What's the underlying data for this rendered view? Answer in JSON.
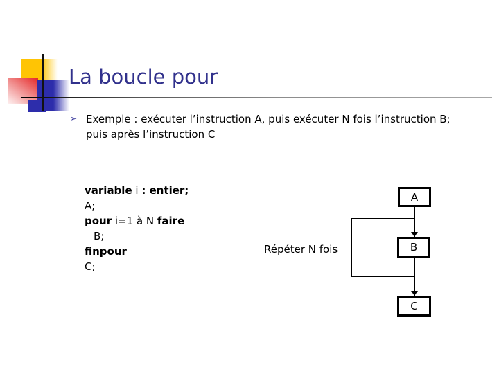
{
  "title": "La boucle pour",
  "bullet": {
    "marker": "➢",
    "lines": [
      "Exemple : exécuter l’instruction A, puis exécuter N fois l’instruction B;",
      "puis après l’instruction C"
    ]
  },
  "code": {
    "lines": [
      {
        "segments": [
          {
            "text": "variable",
            "bold": true
          },
          {
            "text": " i ",
            "bold": false
          },
          {
            "text": ": entier;",
            "bold": true
          }
        ]
      },
      {
        "segments": [
          {
            "text": "A;",
            "bold": false
          }
        ]
      },
      {
        "segments": [
          {
            "text": "pour",
            "bold": true
          },
          {
            "text": " i=1 à N ",
            "bold": false
          },
          {
            "text": "faire",
            "bold": true
          }
        ]
      },
      {
        "segments": [
          {
            "text": "B;",
            "bold": false
          }
        ],
        "indent": true
      },
      {
        "segments": [
          {
            "text": "finpour",
            "bold": true
          }
        ]
      },
      {
        "segments": [
          {
            "text": "C;",
            "bold": false
          }
        ]
      }
    ]
  },
  "flowchart": {
    "loop_label": "Répéter N fois",
    "nodes": [
      {
        "label": "A"
      },
      {
        "label": "B"
      },
      {
        "label": "C"
      }
    ]
  },
  "colors": {
    "title": "#31318C",
    "bullet_marker": "#333399",
    "logo_yellow": "#FFC404",
    "logo_red": "#E62525",
    "logo_blue": "#2D2DAB",
    "rule_gray_end": "#A8A8A8",
    "flow_stroke": "#000000"
  }
}
